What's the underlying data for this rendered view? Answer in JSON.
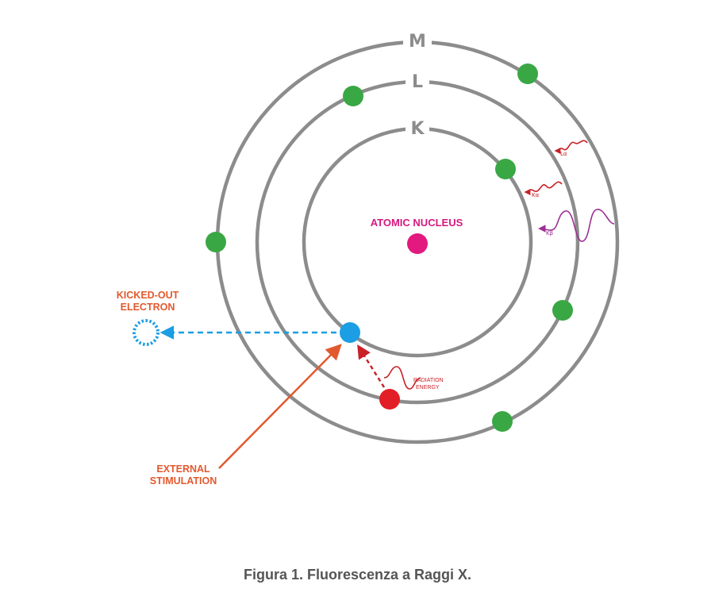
{
  "shells": [
    {
      "label": "K"
    },
    {
      "label": "L"
    },
    {
      "label": "M"
    }
  ],
  "labels": {
    "nucleus": "ATOMIC NUCLEUS",
    "kicked_out": [
      "KICKED-OUT",
      "ELECTRON"
    ],
    "external": [
      "EXTERNAL",
      "STIMULATION"
    ],
    "radiation": [
      "RADIATION",
      "ENERGY"
    ],
    "wave_symbols": [
      "Lα",
      "Kα",
      "Kβ"
    ]
  },
  "caption": "Figura 1. Fluorescenza a Raggi X.",
  "colors": {
    "orbit": "#8c8c8c",
    "electron": "#3aa745",
    "nucleus": "#e2197f",
    "vacancy_electron": "#1b9ee3",
    "filling_electron": "#e21e26",
    "stimulation": "#e2592e",
    "wave_red": "#c82127",
    "wave_purple": "#9b2f93"
  }
}
